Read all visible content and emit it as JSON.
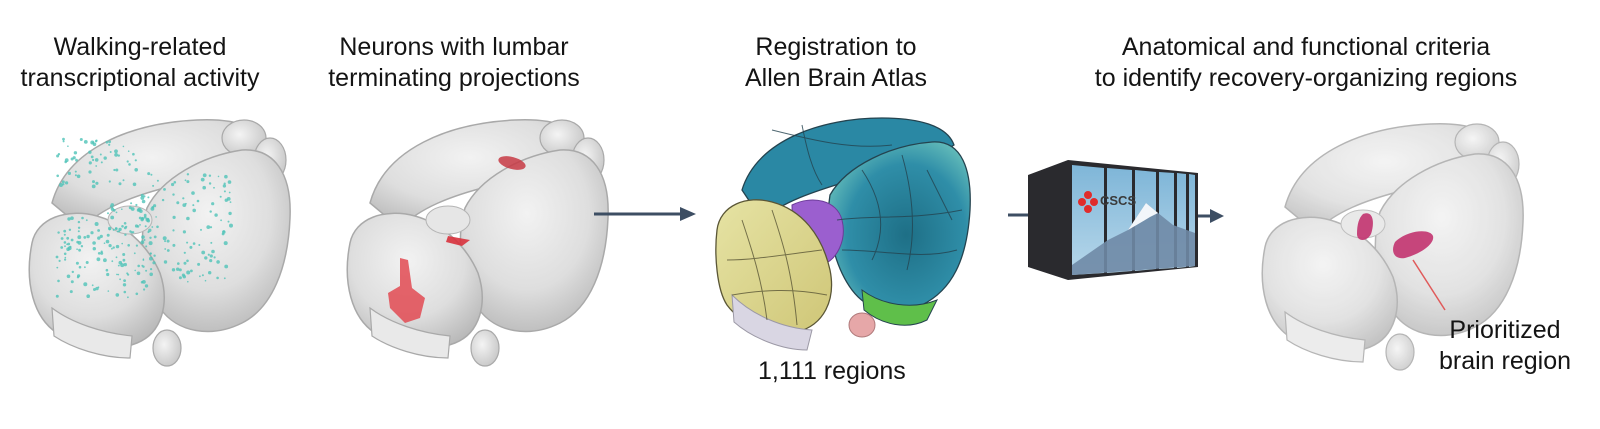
{
  "figure": {
    "panels": [
      {
        "id": "walking",
        "title_lines": [
          "Walking-related",
          "transcriptional activity"
        ],
        "image": "brain-teal-dots",
        "highlight_color": "#4fc3b8"
      },
      {
        "id": "lumbar",
        "title_lines": [
          "Neurons with lumbar",
          "terminating projections"
        ],
        "image": "brain-red-projections",
        "highlight_color": "#e0404a"
      },
      {
        "id": "registration",
        "title_lines": [
          "Registration to",
          "Allen Brain Atlas"
        ],
        "image": "brain-atlas-colored",
        "caption": "1,111 regions",
        "atlas_colors": {
          "cortex_dark": "#1e6f86",
          "cortex_mid": "#2f8ea8",
          "cortex_light": "#5fb8b8",
          "midbrain": "#9b5fcf",
          "hindbrain": "#d9d58a",
          "olfactory": "#5fbf4a",
          "medulla": "#d9d6e3",
          "cerebellum_tip": "#e6a7a8"
        }
      },
      {
        "id": "criteria",
        "title_lines": [
          "Anatomical and functional criteria",
          "to identify recovery-organizing regions"
        ],
        "image": "brain-magenta-regions",
        "callout_lines": [
          "Prioritized",
          "brain region"
        ],
        "highlight_color": "#c2336f",
        "callout_line_color": "#e05a5a"
      }
    ],
    "supercomputer": {
      "label": "CSCS",
      "logo_color": "#e02b2b",
      "cabinet_color": "#2a2a2e"
    },
    "arrow_color": "#3d4e63"
  }
}
